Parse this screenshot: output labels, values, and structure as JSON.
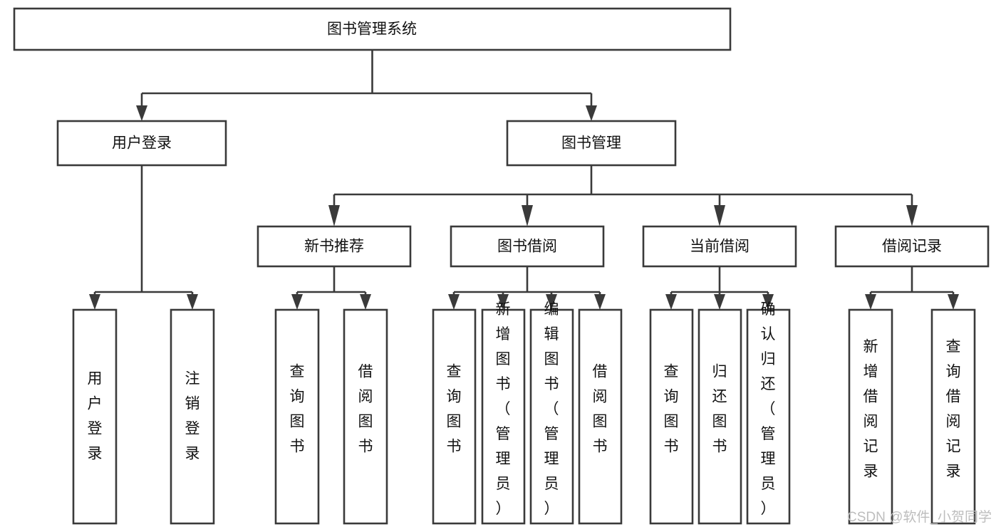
{
  "diagram": {
    "kind": "tree-functional-structure",
    "title": "图书管理系统",
    "watermark": "CSDN @软件_小贺同学",
    "colors": {
      "stroke": "#3a3a3a",
      "fill": "#ffffff",
      "text": "#111111",
      "watermark": "#bdbdbd",
      "background": "#ffffff"
    },
    "root": {
      "id": "root",
      "label": "图书管理系统"
    },
    "level2": [
      {
        "id": "user-login",
        "label": "用户登录"
      },
      {
        "id": "book-manage",
        "label": "图书管理"
      }
    ],
    "level3": [
      {
        "id": "new-book-recommend",
        "label": "新书推荐",
        "parent": "book-manage"
      },
      {
        "id": "book-borrow",
        "label": "图书借阅",
        "parent": "book-manage"
      },
      {
        "id": "current-borrow",
        "label": "当前借阅",
        "parent": "book-manage"
      },
      {
        "id": "borrow-record",
        "label": "借阅记录",
        "parent": "book-manage"
      }
    ],
    "leaves": {
      "user-login": [
        {
          "id": "leaf-user-login",
          "label": "用户登录"
        },
        {
          "id": "leaf-user-logout",
          "label": "注销登录"
        }
      ],
      "new-book-recommend": [
        {
          "id": "leaf-query-book-1",
          "label": "查询图书"
        },
        {
          "id": "leaf-borrow-book-1",
          "label": "借阅图书"
        }
      ],
      "book-borrow": [
        {
          "id": "leaf-query-book-2",
          "label": "查询图书"
        },
        {
          "id": "leaf-add-book",
          "label": "新增图书（管理员）"
        },
        {
          "id": "leaf-edit-book",
          "label": "编辑图书（管理员）"
        },
        {
          "id": "leaf-borrow-book-2",
          "label": "借阅图书"
        }
      ],
      "current-borrow": [
        {
          "id": "leaf-query-book-3",
          "label": "查询图书"
        },
        {
          "id": "leaf-return-book",
          "label": "归还图书"
        },
        {
          "id": "leaf-confirm-return",
          "label": "确认归还（管理员）"
        }
      ],
      "borrow-record": [
        {
          "id": "leaf-add-record",
          "label": "新增借阅记录"
        },
        {
          "id": "leaf-query-record",
          "label": "查询借阅记录"
        }
      ]
    }
  }
}
